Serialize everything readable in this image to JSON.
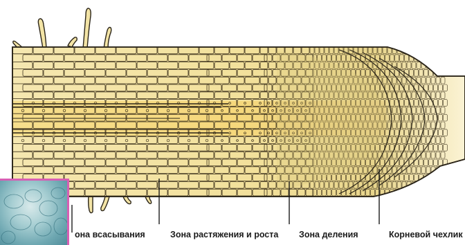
{
  "labels": {
    "absorption": "она всасывания",
    "elongation": "Зона растяжения и роста",
    "division": "Зона деления",
    "root_cap": "Корневой чехлик"
  },
  "colors": {
    "outline": "#2a2418",
    "cell_fill": "#f3e4a6",
    "central_fill": "#f5d778",
    "meristem_fill": "#e9d690",
    "cap_fill": "#fdf6dc",
    "inset_border": "#d75fb4",
    "pointer": "#1a1a1a"
  }
}
